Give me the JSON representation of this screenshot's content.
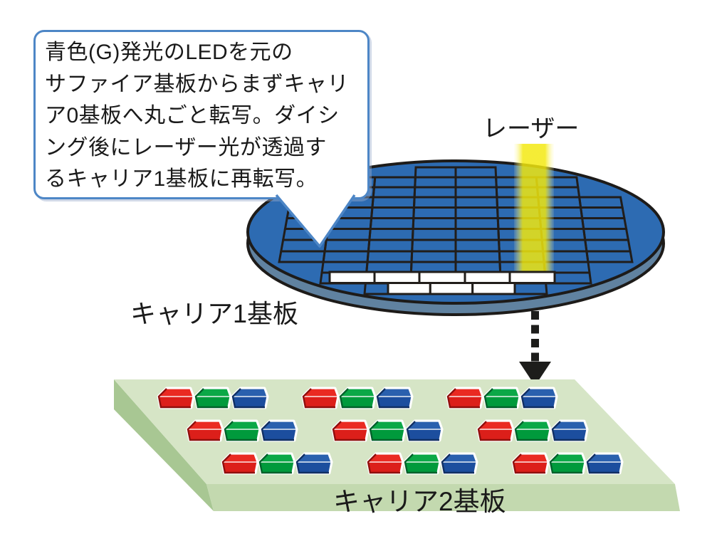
{
  "callout": {
    "lines": [
      "青色(G)発光のLEDを元の",
      "サファイア基板からまずキャリ",
      "ア0基板へ丸ごと転写。ダイシ",
      "ング後にレーザー光が透過す",
      "るキャリア1基板に再転写。"
    ]
  },
  "labels": {
    "laser": "レーザー",
    "carrier1": "キャリア1基板",
    "carrier2": "キャリア2基板"
  },
  "colors": {
    "callout_border": "#4d86c6",
    "outline": "#1d1b19",
    "wafer_fill": "#2d6bb2",
    "wafer_rim": "#6082a0",
    "grid_line": "#211d1a",
    "die_empty": "#ffffff",
    "beam_core": "#f3e90e",
    "beam_edge": "#fff9b0",
    "arrow": "#1d1d1b",
    "substrate_top": "#d6e5c6",
    "substrate_front": "#c3d9af",
    "substrate_side": "#a8c793",
    "chip_red_top": "#ea2a22",
    "chip_red_front": "#dc1f1a",
    "chip_red_dark": "#8f100d",
    "chip_green_top": "#0ba847",
    "chip_green_front": "#009a3c",
    "chip_green_dark": "#00612a",
    "chip_blue_top": "#2a60ae",
    "chip_blue_front": "#1c4e9e",
    "chip_blue_dark": "#113063"
  },
  "wafer": {
    "grid_rows": 12,
    "max_dies_per_row": 8,
    "empty_die_rows": 2,
    "empty_dies_row1": 5,
    "empty_dies_row2": 3
  },
  "chips": {
    "rows": 3,
    "groups_per_row": 3,
    "group_order": [
      "red",
      "green",
      "blue"
    ]
  }
}
